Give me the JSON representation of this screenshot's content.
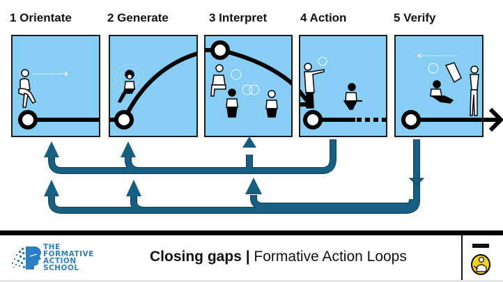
{
  "steps": [
    {
      "number": "1",
      "label": "Orientate",
      "title": "1 Orientate"
    },
    {
      "number": "2",
      "label": "Generate",
      "title": "2 Generate"
    },
    {
      "number": "3",
      "label": "Interpret",
      "title": "3 Interpret"
    },
    {
      "number": "4",
      "label": "Action",
      "title": "4 Action"
    },
    {
      "number": "5",
      "label": "Verify",
      "title": "5 Verify"
    }
  ],
  "footer": {
    "logo_lines": [
      "THE",
      "FORMATIVE",
      "ACTION",
      "SCHOOL"
    ],
    "title_bold": "Closing gaps",
    "separator": " | ",
    "title_rest": "Formative Action Loops"
  },
  "colors": {
    "panel_fill": "#87cef5",
    "loop_arrow": "#165e82",
    "logo_blue": "#2a7fc4",
    "badge_yellow": "#f5d21a"
  },
  "icons": {
    "logo": "head-dissolving-logo-icon",
    "badge": "teacher-badge-icon"
  }
}
